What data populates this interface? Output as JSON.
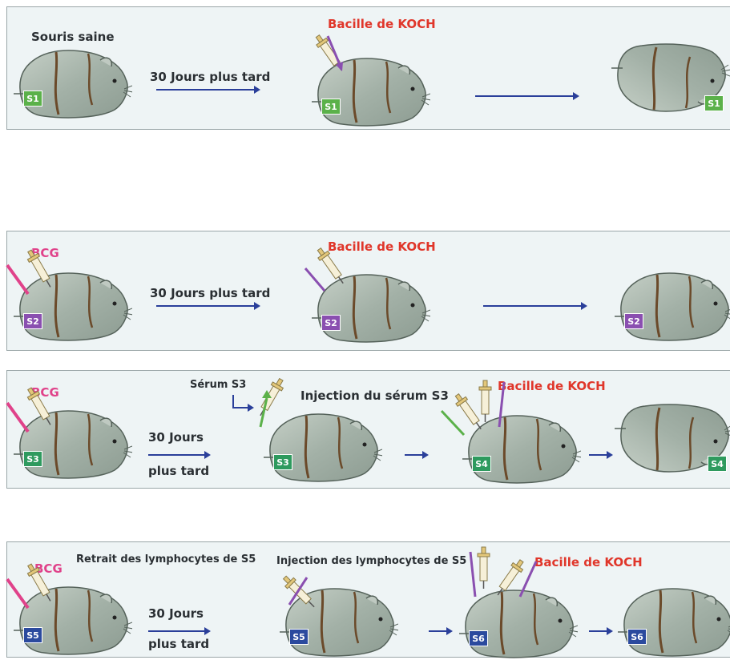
{
  "colors": {
    "panel_bg": "#eef4f5",
    "mouse_body": "#a9b6ad",
    "mouse_back": "#8fa392",
    "arrow": "#2a3f9a",
    "koch_red": "#e0362a",
    "bcg_pink": "#e0428a",
    "s1": "#5bb14a",
    "s2": "#8a4fb0",
    "s3": "#2e9a5e",
    "s4": "#2e9a5e",
    "s5": "#2b4a9e",
    "s6": "#2b4a9e"
  },
  "row1": {
    "label_healthy": "Souris saine",
    "time": "30 Jours plus tard",
    "koch": "Bacille de KOCH",
    "tag_a": "S1",
    "tag_b": "S1",
    "tag_c": "S1"
  },
  "row2": {
    "bcg": "BCG",
    "time": "30 Jours plus tard",
    "koch": "Bacille de KOCH",
    "tag_a": "S2",
    "tag_b": "S2",
    "tag_c": "S2"
  },
  "row3": {
    "bcg": "BCG",
    "time_line1": "30 Jours",
    "time_line2": "plus tard",
    "serum": "Sérum S3",
    "injection": "Injection du sérum S3",
    "koch": "Bacille de KOCH",
    "tag_a": "S3",
    "tag_b": "S3",
    "tag_c": "S4",
    "tag_d": "S4"
  },
  "row4": {
    "bcg": "BCG",
    "removal": "Retrait des lymphocytes de S5",
    "time_line1": "30 Jours",
    "time_line2": "plus tard",
    "injection": "Injection des lymphocytes de S5",
    "koch": "Bacille de KOCH",
    "tag_a": "S5",
    "tag_b": "S5",
    "tag_c": "S6",
    "tag_d": "S6"
  }
}
